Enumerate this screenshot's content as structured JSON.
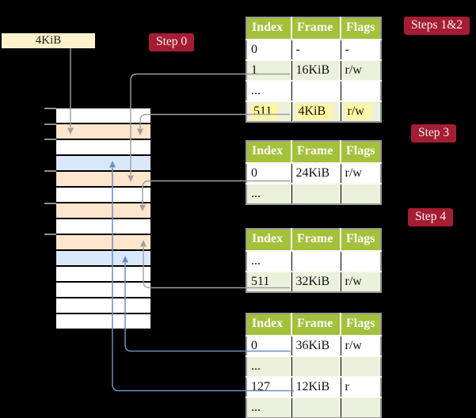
{
  "colors": {
    "bg": "#000000",
    "cream": "#FFF2CC",
    "red": "#A51D33",
    "hdr-green": "#A3C13A",
    "row-green": "#EBF1DC",
    "orange": "#FFE6CC",
    "blue-row": "#DAE8FC",
    "yellow-hl": "#FDF6A3",
    "line-gray": "#A0A0A0",
    "line-blue": "#6C8EBF"
  },
  "frame_box": {
    "label": "4KiB"
  },
  "steps": [
    {
      "text": "Step 0"
    },
    {
      "text": "Steps 1&2"
    },
    {
      "text": "Step 3"
    },
    {
      "text": "Step 4"
    }
  ],
  "memory_stack": {
    "row_fills": [
      "white",
      "orange",
      "white",
      "blue",
      "orange",
      "white",
      "orange",
      "white",
      "orange",
      "blue",
      "white",
      "white",
      "white",
      "white"
    ]
  },
  "tables": [
    {
      "headers": [
        "Index",
        "Frame",
        "Flags"
      ],
      "rows": [
        {
          "cells": [
            "0",
            "-",
            "-"
          ]
        },
        {
          "cells": [
            "1",
            "16KiB",
            "r/w"
          ]
        },
        {
          "cells": [
            "...",
            "",
            ""
          ]
        },
        {
          "cells": [
            "511",
            "4KiB",
            "r/w"
          ]
        }
      ]
    },
    {
      "headers": [
        "Index",
        "Frame",
        "Flags"
      ],
      "rows": [
        {
          "cells": [
            "0",
            "24KiB",
            "r/w"
          ]
        },
        {
          "cells": [
            "...",
            "",
            ""
          ]
        }
      ]
    },
    {
      "headers": [
        "Index",
        "Frame",
        "Flags"
      ],
      "rows": [
        {
          "cells": [
            "...",
            "",
            ""
          ]
        },
        {
          "cells": [
            "511",
            "32KiB",
            "r/w"
          ]
        }
      ]
    },
    {
      "headers": [
        "Index",
        "Frame",
        "Flags"
      ],
      "rows": [
        {
          "cells": [
            "0",
            "36KiB",
            "r/w"
          ]
        },
        {
          "cells": [
            "...",
            "",
            ""
          ]
        },
        {
          "cells": [
            "127",
            "12KiB",
            "r"
          ]
        },
        {
          "cells": [
            "...",
            "",
            ""
          ]
        }
      ]
    }
  ]
}
